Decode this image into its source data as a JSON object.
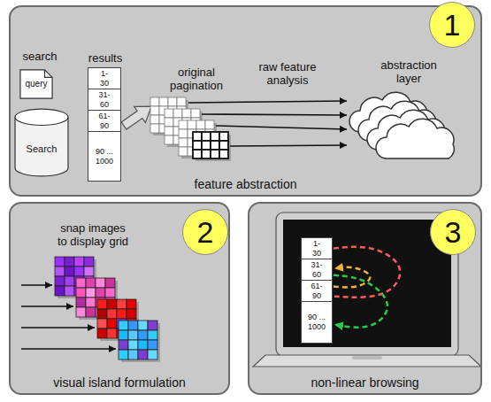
{
  "diagram": {
    "nodes": [
      {
        "text": [
          "feature abstraction"
        ]
      },
      {
        "text": [
          "1"
        ],
        "in": 0
      },
      {
        "text": [
          "query"
        ],
        "in": 0
      },
      {
        "text": [
          "Search"
        ],
        "in": 0
      },
      {
        "text": [
          "results"
        ],
        "in": 0
      },
      {
        "text": [
          "1-30"
        ],
        "in": 4
      },
      {
        "text": [
          "31-60"
        ],
        "in": 4
      },
      {
        "text": [
          "61-90"
        ],
        "in": 4
      },
      {
        "text": [
          "90 ... 1000"
        ],
        "in": 4
      },
      {
        "text": [
          "visual island formulation"
        ]
      },
      {
        "text": [
          "2"
        ],
        "in": 9
      },
      {
        "text": [
          "non-linear browsing"
        ]
      },
      {
        "text": [
          "3"
        ],
        "in": 11
      },
      {
        "text": [
          "1-30"
        ],
        "in": 11
      },
      {
        "text": [
          "31-60"
        ],
        "in": 11
      },
      {
        "text": [
          "61-90"
        ],
        "in": 11
      },
      {
        "text": [
          "90 ... 1000"
        ],
        "in": 11
      }
    ],
    "edges": [
      {
        "from": 13,
        "to": 15,
        "arrow": "none"
      },
      {
        "from": 15,
        "to": 14,
        "arrow": "to"
      },
      {
        "from": 14,
        "to": 16,
        "arrow": "to"
      }
    ],
    "labels": [
      "search",
      "original pagination",
      "raw feature analysis",
      "abstraction layer",
      "snap images to display grid"
    ]
  }
}
